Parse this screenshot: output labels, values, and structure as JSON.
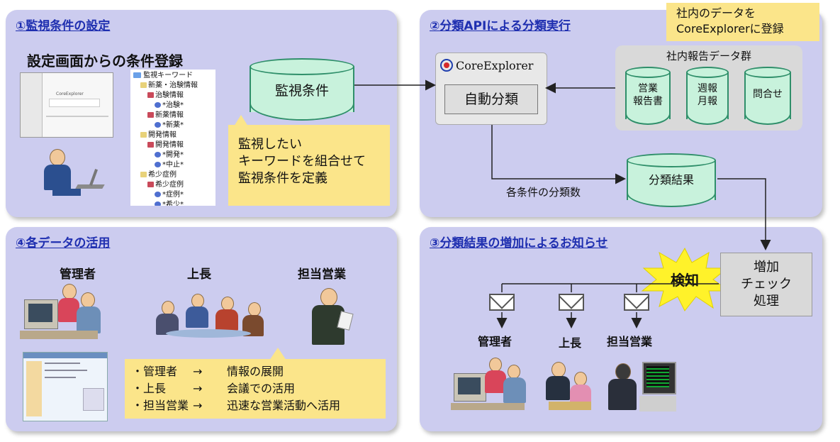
{
  "panel1": {
    "title": "①監視条件の設定",
    "subtitle": "設定画面からの条件登録",
    "screenshot_text": "CoreExplorer",
    "tree": {
      "root": "監視キーワード",
      "items": [
        {
          "label": "新薬・治験情報",
          "level": 1
        },
        {
          "label": "治験情報",
          "level": 2
        },
        {
          "label": "*治験*",
          "level": 3
        },
        {
          "label": "新薬情報",
          "level": 2
        },
        {
          "label": "*新薬*",
          "level": 3
        },
        {
          "label": "開発情報",
          "level": 1
        },
        {
          "label": "開発情報",
          "level": 2
        },
        {
          "label": "*開発*",
          "level": 3
        },
        {
          "label": "*中止*",
          "level": 3
        },
        {
          "label": "希少症例",
          "level": 1
        },
        {
          "label": "希少症例",
          "level": 2
        },
        {
          "label": "*症例*",
          "level": 3
        },
        {
          "label": "*希少*",
          "level": 3
        }
      ]
    },
    "cylinder_label": "監視条件",
    "note_lines": [
      "監視したい",
      "キーワードを組合せて",
      "監視条件を定義"
    ]
  },
  "panel2": {
    "title": "②分類APIによる分類実行",
    "callout_lines": [
      "社内のデータを",
      "CoreExplorerに登録"
    ],
    "logo": "CoreExplorer",
    "auto_classify": "自動分類",
    "group_title": "社内報告データ群",
    "data_sources": [
      [
        "営業",
        "報告書"
      ],
      [
        "週報",
        "月報"
      ],
      [
        "問合せ"
      ]
    ],
    "result_label": "分類結果",
    "count_label": "各条件の分類数"
  },
  "panel3": {
    "title": "③分類結果の増加によるお知らせ",
    "detect": "検知",
    "check_lines": [
      "増加",
      "チェック",
      "処理"
    ],
    "recipients": [
      "管理者",
      "上長",
      "担当営業"
    ]
  },
  "panel4": {
    "title": "④各データの活用",
    "roles": [
      "管理者",
      "上長",
      "担当営業"
    ],
    "usage": [
      {
        "who": "・管理者",
        "arrow": "→",
        "what": "情報の展開"
      },
      {
        "who": "・上長",
        "arrow": "→",
        "what": "会議での活用"
      },
      {
        "who": "・担当営業",
        "arrow": "→",
        "what": "迅速な営業活動へ活用"
      }
    ]
  },
  "colors": {
    "panel_bg": "#ccccef",
    "title_blue": "#1f2fb0",
    "cylinder_fill": "#c8f2dc",
    "note_yellow": "#fbe58a",
    "burst_yellow": "#fff22a"
  }
}
